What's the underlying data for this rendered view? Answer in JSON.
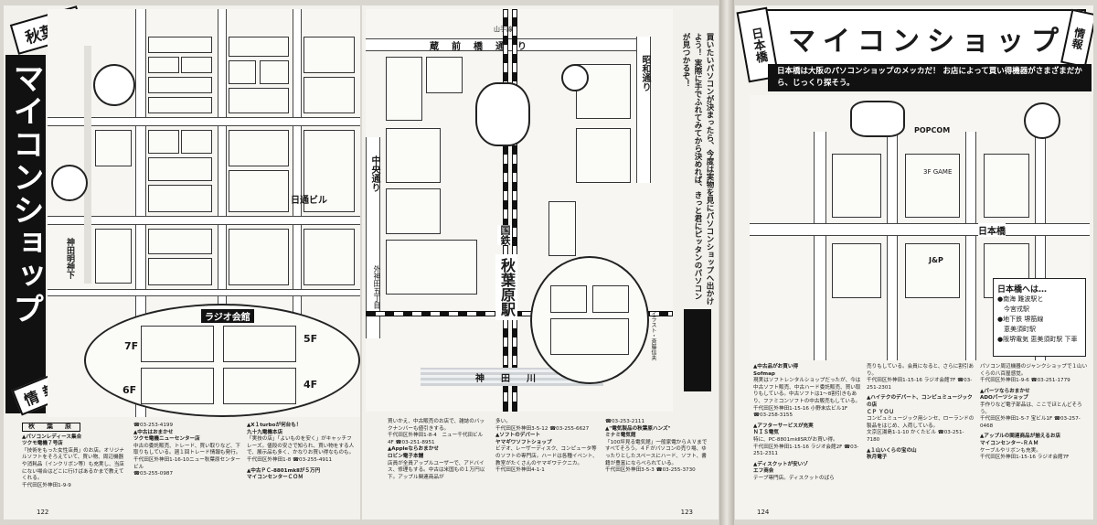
{
  "left_spread": {
    "banner_title": "マイコンショップ",
    "tag_area": "秋葉原",
    "tag_joho": "情報",
    "map": {
      "street_chuo": "中央通り",
      "street_kuramae": "蔵前橋通り",
      "street_showa": "昭和通り",
      "street_sotokanda": "外神田五丁目",
      "station_name": "秋葉原駅",
      "kokutetsu": "国鉄",
      "radio_kaikan": "ラジオ会館",
      "nissei_bldg": "日通ビル",
      "river": "神田川",
      "kanda_myojin": "神田明神下",
      "floors": [
        "7F",
        "6F",
        "5F",
        "4F"
      ],
      "yamanote": "山手線",
      "illustrator": "イラスト・斉藤信夫"
    },
    "intro_text": "買いたいパソコンが決まったら、今度は実物を見にパソコンショップへ出かけよう！ 実際に手でふれてみてから決めれば、きっと君にピッタンのパソコンが見つかるぞ！",
    "section_label": "秋　葉　原",
    "columns": [
      [
        {
          "h": "▲パソコンレディース集合",
          "shop": "ツクモ電機７号店",
          "body": "「技術をもった女性店員」のお店。オリジナルソフトをそろえていて、買い物、周辺機器や消耗品（インクリボン等）も充実し、当店にない場合はどこに行けばあるかまで教えてくれる。",
          "addr": "千代田区外神田1-9-9"
        },
        {
          "h": "",
          "shop": "",
          "body": "",
          "addr": "☎03-253-4199"
        }
      ],
      [
        {
          "h": "▲中古はおまかせ",
          "shop": "ツクモ電機ニューセンター店",
          "body": "中古の委託販売、トレード、買い取りなど、下取りもしている。週１回トレード情報も発行。",
          "addr": "千代田区外神田1-16-10ニュー秋葉原センタービル"
        },
        {
          "h": "",
          "shop": "",
          "body": "",
          "addr": "☎03-255-0987"
        }
      ],
      [
        {
          "h": "▲X１turboが何台も！",
          "shop": "九十九電機本店",
          "body": "「実技の店」「よいものを安く」がキャッチフレーズ。値段の安さで知られ、買い物をする人で、展示品も多く、かなりお買い得なものも。",
          "addr": "千代田区外神田1-8 ☎03-255-4911"
        },
        {
          "h": "▲中古ＰＣ-8801mkⅡが５万円",
          "shop": "マイコンセンターＣＯＭ",
          "body": "",
          "addr": ""
        }
      ],
      [
        {
          "h": "",
          "shop": "",
          "body": "買いかえ、中古販売のお店で、雑誌のバックナンバーも値引きする。",
          "addr": "千代田区外神田1-8-4　ニュー千代田ビル4F ☎03-251-8951"
        },
        {
          "h": "▲Appleならおまかせ",
          "shop": "ロビン電子本舗",
          "body": "店員が全員アップルユーザーで、アドバイス、修理もする。中古は米国もの１万円以下。アップル関連商品が",
          "addr": ""
        }
      ],
      [
        {
          "h": "",
          "shop": "",
          "body": "多い。",
          "addr": "千代田区外神田3-5-12 ☎03-255-6627"
        },
        {
          "h": "▲ソフトのデパート",
          "shop": "ヤマギワソフトショップ",
          "body": "ビデオ、レーザーディスク、コンピュータ等のソフトの専門店。ハードは各種イベント、教室がたくさんのヤマギワテクニカ。",
          "addr": "千代田区外神田4-1-1"
        }
      ],
      [
        {
          "h": "",
          "shop": "",
          "body": "",
          "addr": "☎03-253-2111"
        },
        {
          "h": "▲\"電気製品の秋葉原ハンズ\"",
          "shop": "ミナミ電気館",
          "body": "「100坪見る電気館」一般家電からＡＶまですべてそろう。４Ｆがパソコンの売り場、ゆったりとしたスペースにハード、ソフト、書籍が豊富にならべられている。",
          "addr": "千代田区外神田3-5-3 ☎03-255-3730"
        }
      ]
    ],
    "page_left": "122",
    "page_right": "123"
  },
  "right_page": {
    "tag_area": "日本橋",
    "title": "マイコンショップ",
    "tag_joho": "情報",
    "intro": "日本橋は大阪のパソコンショップのメッカだ！ お店によって買い得機器がさまざまだから、じっくり探そう。",
    "map": {
      "station": "日本橋",
      "popcom": "POPCOM",
      "game": "3F GAME",
      "jsoft": "J&P",
      "note_title": "日本橋へは…",
      "note_lines": [
        "●南海 難波駅と",
        "　今宮戎駅",
        "●地下鉄 堺筋線",
        "　恵美須町駅",
        "●阪堺電気 恵美須町駅 下車"
      ]
    },
    "columns": [
      [
        {
          "h": "▲中古品がお買い得",
          "shop": "Sofmap",
          "body": "現実はソフトレンタルショップだったが、今は中古ソフト販売、中古ハード委託販売、買い取りもしている。中古ソフトは1〜8割引きもあり、ファミコンソフトの中古販売もしている。",
          "addr": "千代田区外神田1-15-16 小野末広ビル1F ☎03-258-3155"
        },
        {
          "h": "▲アフターサービスが充実",
          "shop": "ＮＩＳ電気",
          "body": "特に、PC-8801mkⅡSRがお買い得。",
          "addr": "千代田区外神田1-15-16 ラジオ会館2F ☎03-251-2311"
        },
        {
          "h": "▲ディスクットが安いゾ",
          "shop": "エフ商会",
          "body": "テープ専門店。ディスクットのばら",
          "addr": ""
        }
      ],
      [
        {
          "h": "",
          "shop": "",
          "body": "売りもしている。会員になると、さらに割引あり。",
          "addr": "千代田区外神田1-15-16 ラジオ会館7F ☎03-251-2301"
        },
        {
          "h": "▲ハイテクのデパート、コンピュミュージックの店",
          "shop": "ＣＰ ＹＯＵ",
          "body": "コンピュミュージック用シンセ、ローランドの製品をはじめ、入荷している。",
          "addr": "文京区湯島1-1-10 かくたビル ☎03-251-7180"
        },
        {
          "h": "▲１山いくらの宝の山",
          "shop": "秋月電子",
          "body": "",
          "addr": ""
        }
      ],
      [
        {
          "h": "",
          "shop": "",
          "body": "パソコン周辺機器のジャンクショップで１山いくらの八百屋感覚。",
          "addr": "千代田区外神田1-9-6 ☎03-251-1779"
        },
        {
          "h": "▲パーツならおまかせ",
          "shop": "ADOパーツショップ",
          "body": "手作りなど電子部品は、ここでほとんどそろう。",
          "addr": "千代田区外神田1-5-7 宝ビル1F ☎03-257-0468"
        },
        {
          "h": "▲アップルの関連商品が揃えるお店",
          "shop": "マイコンセンター-ＲＡＭ",
          "body": "ケーブルやリボンも充実。",
          "addr": "千代田区外神田1-15-16 ラジオ会館7F"
        }
      ]
    ],
    "page_number": "124"
  }
}
